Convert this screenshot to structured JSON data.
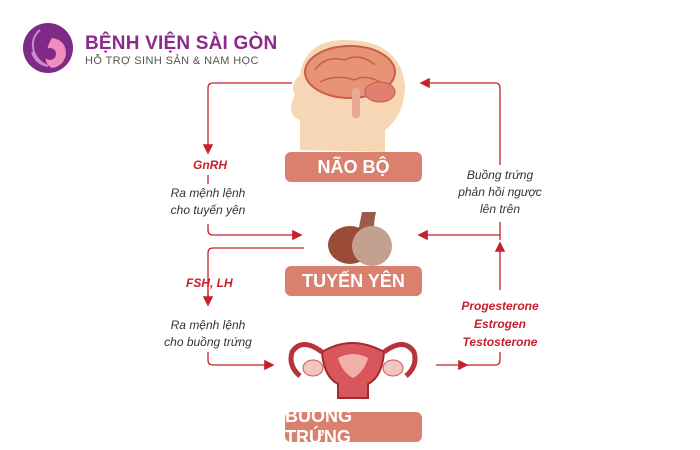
{
  "brand": {
    "title": "BỆNH VIỆN SÀI GÒN",
    "subtitle": "HỖ TRỢ SINH SẢN & NAM HỌC"
  },
  "nodes": {
    "brain": "NÃO BỘ",
    "pituitary": "TUYẾN YÊN",
    "ovary": "BUỒNG TRỨNG"
  },
  "left": {
    "hormone1": "GnRH",
    "cmd1_l1": "Ra mệnh lệnh",
    "cmd1_l2": "cho tuyến yên",
    "hormone2": "FSH, LH",
    "cmd2_l1": "Ra mệnh lệnh",
    "cmd2_l2": "cho buồng trứng"
  },
  "right": {
    "feedback_l1": "Buồng trứng",
    "feedback_l2": "phản hồi ngược",
    "feedback_l3": "lên trên",
    "hormones": [
      "Progesterone",
      "Estrogen",
      "Testosterone"
    ]
  },
  "colors": {
    "arrow": "#c5202e",
    "box": "#d9806f",
    "brand": "#8b2a8b"
  }
}
